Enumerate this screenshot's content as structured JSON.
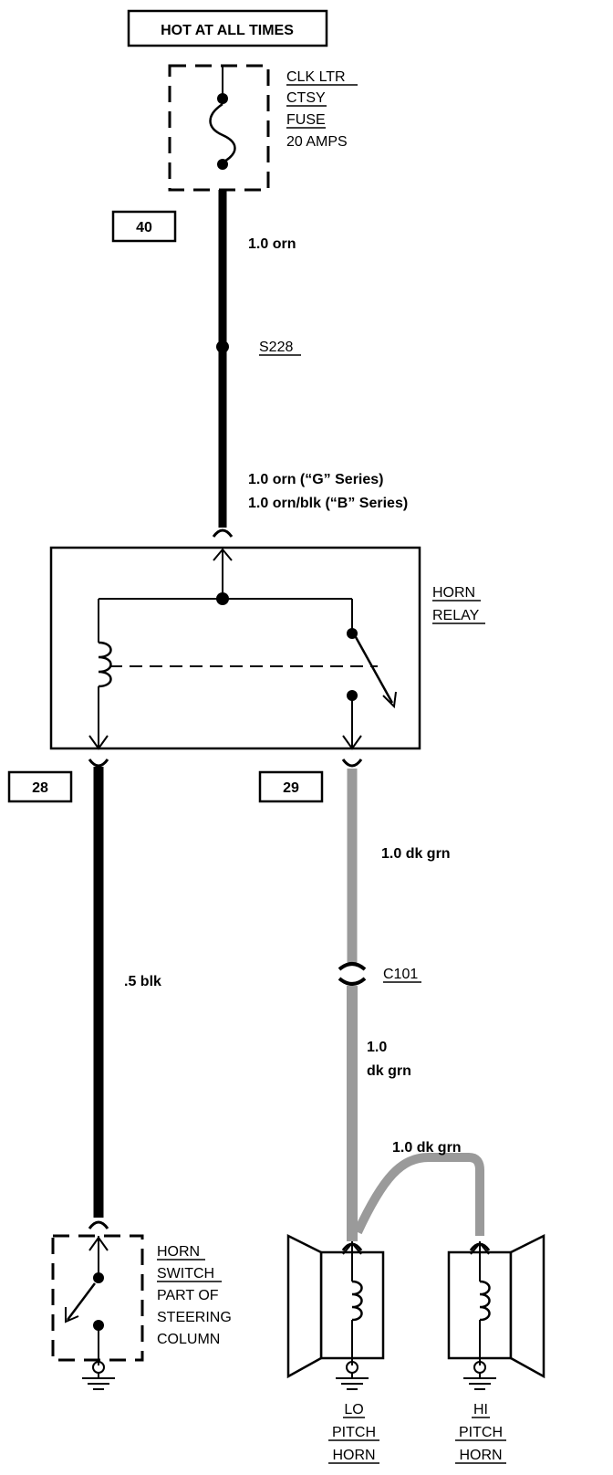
{
  "power_label": "HOT AT ALL TIMES",
  "fuse": {
    "lines": [
      "CLK LTR",
      "CTSY",
      "FUSE",
      "20 AMPS"
    ]
  },
  "connectors": {
    "c40": "40",
    "c28": "28",
    "c29": "29"
  },
  "wires": {
    "orn_top": "1.0 orn",
    "splice": "S228",
    "orn_g": "1.0 orn (“G” Series)",
    "orn_b": "1.0 orn/blk (“B” Series)",
    "blk": ".5 blk",
    "dkgrn_top": "1.0 dk grn",
    "connector_c101": "C101",
    "dkgrn_mid_1": "1.0",
    "dkgrn_mid_2": "dk grn",
    "dkgrn_branch": "1.0 dk grn"
  },
  "relay": {
    "lines": [
      "HORN",
      "RELAY"
    ]
  },
  "horn_switch": {
    "lines": [
      "HORN",
      "SWITCH",
      "PART OF",
      "STEERING",
      "COLUMN"
    ]
  },
  "lo_horn": {
    "lines": [
      "LO",
      "PITCH",
      "HORN"
    ]
  },
  "hi_horn": {
    "lines": [
      "HI",
      "PITCH",
      "HORN"
    ]
  },
  "colors": {
    "ink": "#000000",
    "dk_grn_wire": "#9a9a9a",
    "background": "#ffffff"
  }
}
